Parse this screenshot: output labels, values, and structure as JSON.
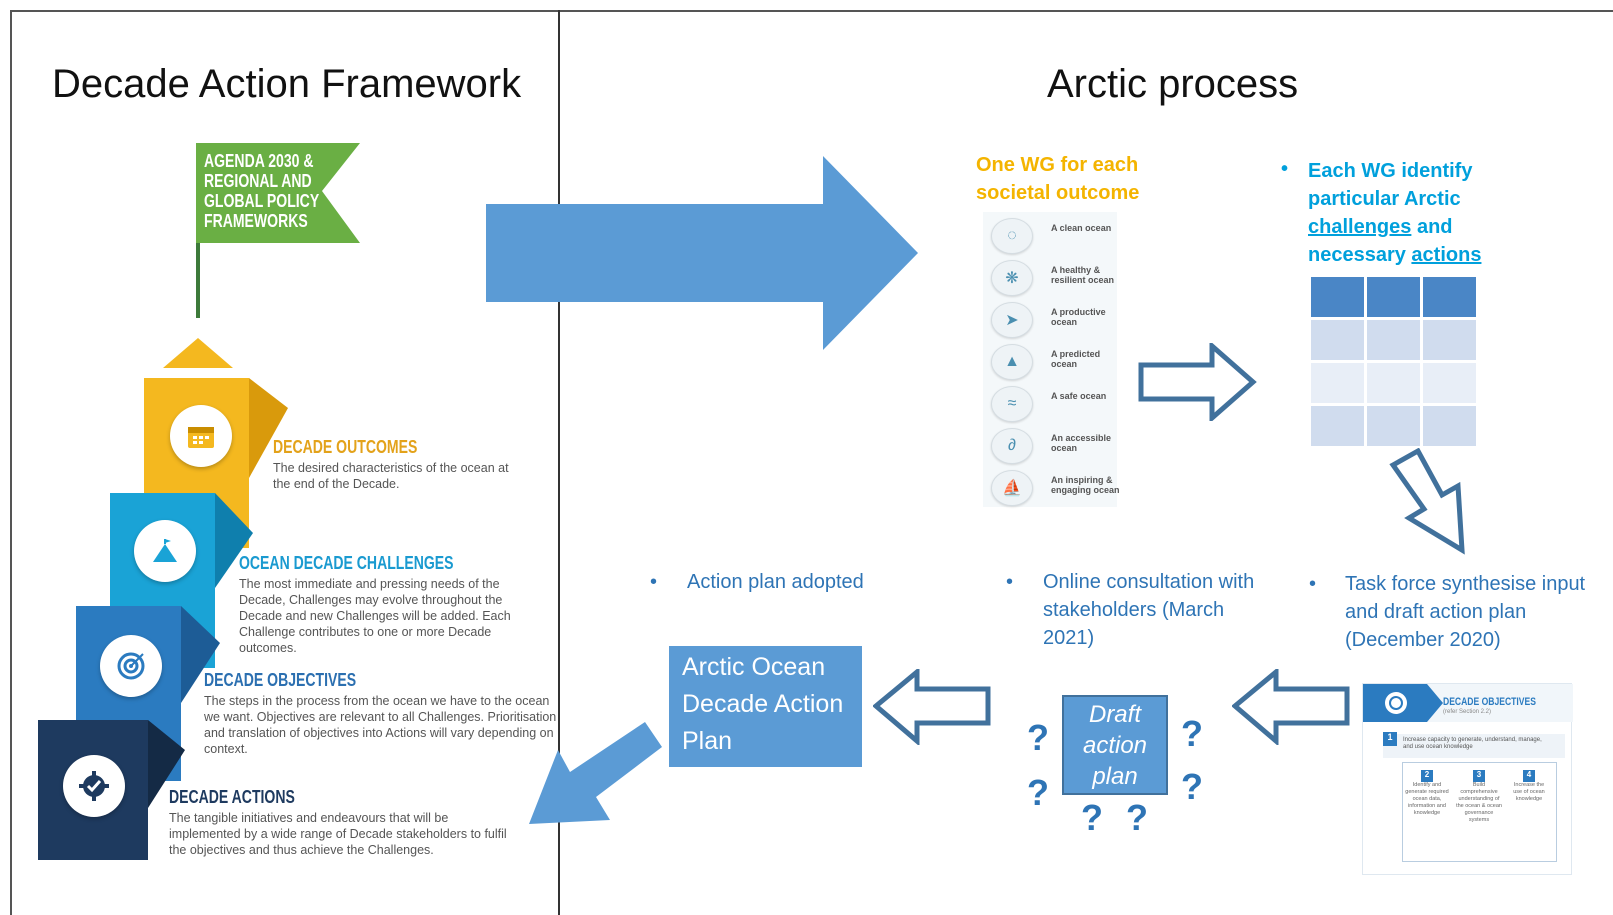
{
  "left": {
    "title": "Decade Action Framework",
    "flag_text": "AGENDA 2030 & REGIONAL AND GLOBAL POLICY FRAMEWORKS",
    "steps": [
      {
        "heading": "DECADE OUTCOMES",
        "text": "The desired characteristics of the ocean at the end of the Decade.",
        "color": "#F4B81F",
        "icon": "calendar-icon"
      },
      {
        "heading": "OCEAN DECADE CHALLENGES",
        "text": "The most immediate and pressing needs of the Decade, Challenges may evolve throughout the Decade and new Challenges will be added. Each Challenge contributes to one or more Decade outcomes.",
        "color": "#1AA3D6",
        "icon": "mountain-flag-icon"
      },
      {
        "heading": "DECADE OBJECTIVES",
        "text": "The steps in the process from the ocean we have to the ocean we want. Objectives are relevant to all Challenges. Prioritisation and translation of objectives into Actions will vary depending on context.",
        "color": "#2B7BC0",
        "icon": "target-icon"
      },
      {
        "heading": "DECADE ACTIONS",
        "text": "The tangible initiatives and endeavours that will be implemented by a wide range of Decade stakeholders to fulfil the objectives and thus achieve the Challenges.",
        "color": "#1E3A5F",
        "icon": "gear-check-icon"
      }
    ]
  },
  "right": {
    "title": "Arctic process",
    "wg_heading": "One WG for each societal outcome",
    "outcomes": [
      "A clean ocean",
      "A healthy & resilient ocean",
      "A productive ocean",
      "A predicted ocean",
      "A safe ocean",
      "An accessible ocean",
      "An inspiring & engaging ocean"
    ],
    "identify": {
      "bullet": "•",
      "line1": "Each WG identify",
      "line2": "particular Arctic",
      "challenges": "challenges",
      "and": " and",
      "necessary": "necessary ",
      "actions": "actions"
    },
    "task_force": {
      "bullet": "•",
      "text": "Task force synthesise input and draft action plan (December 2020)"
    },
    "consultation": {
      "bullet": "•",
      "text": "Online consultation with stakeholders (March 2021)"
    },
    "adopted": {
      "bullet": "•",
      "text": "Action plan adopted"
    },
    "draft_box": "Draft action plan",
    "question_mark": "?",
    "final_box": "Arctic Ocean Decade Action Plan",
    "objectives_thumb": {
      "heading": "DECADE OBJECTIVES",
      "sub": "(refer Section 2.2)",
      "obj1": "Increase capacity to generate, understand, manage, and use ocean knowledge",
      "cols": [
        "Identify and generate required ocean data, information and knowledge",
        "Build comprehensive understanding of the ocean & ocean governance systems",
        "Increase the use of ocean knowledge"
      ],
      "nums": [
        "1",
        "2",
        "3",
        "4"
      ]
    }
  },
  "colors": {
    "arrow_blue": "#5B9BD5",
    "arrow_outline": "#41719C",
    "text_blue": "#2E74B5",
    "wg_orange": "#F4B400",
    "identify_blue": "#00A0DC",
    "flag_green": "#6AAF44"
  }
}
